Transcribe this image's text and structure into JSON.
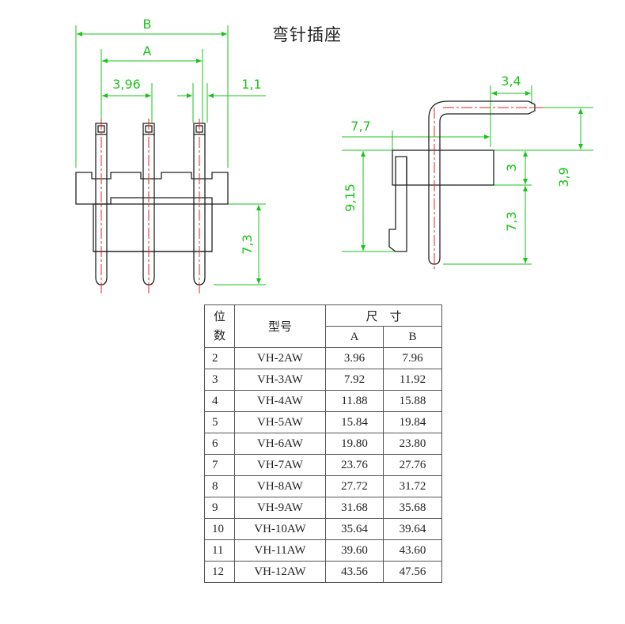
{
  "title": "弯针插座",
  "front_view": {
    "dims": {
      "A": "A",
      "B": "B",
      "pitch": "3,96",
      "pin_width": "1,1",
      "pin_length": "7,3"
    }
  },
  "side_view": {
    "dims": {
      "tip": "3,4",
      "body_depth": "7,7",
      "height": "9,15",
      "pin_offset": "3",
      "pin_total": "3,9",
      "pin_down": "7,3"
    }
  },
  "table": {
    "header": {
      "positions_line1": "位",
      "positions_line2": "数",
      "model": "型号",
      "size": "尺　寸",
      "col_a": "A",
      "col_b": "B"
    },
    "rows": [
      {
        "pos": "2",
        "model": "VH-2AW",
        "a": "3.96",
        "b": "7.96"
      },
      {
        "pos": "3",
        "model": "VH-3AW",
        "a": "7.92",
        "b": "11.92"
      },
      {
        "pos": "4",
        "model": "VH-4AW",
        "a": "11.88",
        "b": "15.88"
      },
      {
        "pos": "5",
        "model": "VH-5AW",
        "a": "15.84",
        "b": "19.84"
      },
      {
        "pos": "6",
        "model": "VH-6AW",
        "a": "19.80",
        "b": "23.80"
      },
      {
        "pos": "7",
        "model": "VH-7AW",
        "a": "23.76",
        "b": "27.76"
      },
      {
        "pos": "8",
        "model": "VH-8AW",
        "a": "27.72",
        "b": "31.72"
      },
      {
        "pos": "9",
        "model": "VH-9AW",
        "a": "31.68",
        "b": "35.68"
      },
      {
        "pos": "10",
        "model": "VH-10AW",
        "a": "35.64",
        "b": "39.64"
      },
      {
        "pos": "11",
        "model": "VH-11AW",
        "a": "39.60",
        "b": "43.60"
      },
      {
        "pos": "12",
        "model": "VH-12AW",
        "a": "43.56",
        "b": "47.56"
      }
    ]
  }
}
